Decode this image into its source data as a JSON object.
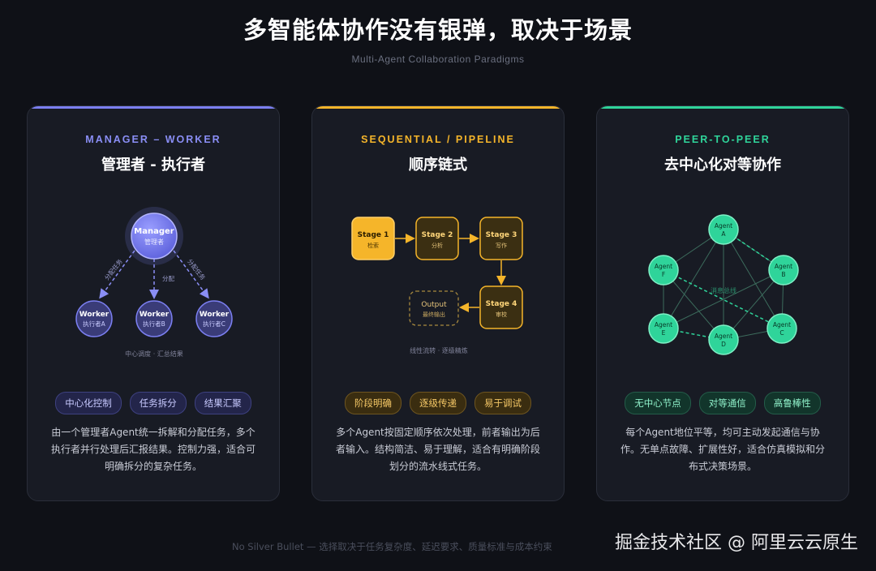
{
  "header": {
    "title": "多智能体协作没有银弹，取决于场景",
    "subtitle": "Multi-Agent Collaboration Paradigms"
  },
  "colors": {
    "manager": "#7b7ff0",
    "pipeline": "#f5b52a",
    "peer": "#2fd49a"
  },
  "cards": [
    {
      "eyebrow": "MANAGER – WORKER",
      "title": "管理者 - 执行者",
      "diagram": {
        "manager_title": "Manager",
        "manager_sub": "管理者",
        "workers": [
          {
            "title": "Worker",
            "sub": "执行者A"
          },
          {
            "title": "Worker",
            "sub": "执行者B"
          },
          {
            "title": "Worker",
            "sub": "执行者C"
          }
        ],
        "edge_labels": [
          "分配任务",
          "分配",
          "分配任务"
        ],
        "caption": "中心调度 · 汇总结果"
      },
      "tags": [
        "中心化控制",
        "任务拆分",
        "结果汇聚"
      ],
      "desc": "由一个管理者Agent统一拆解和分配任务，多个执行者并行处理后汇报结果。控制力强，适合可明确拆分的复杂任务。"
    },
    {
      "eyebrow": "SEQUENTIAL / PIPELINE",
      "title": "顺序链式",
      "diagram": {
        "stages": [
          {
            "title": "Stage 1",
            "sub": "检索"
          },
          {
            "title": "Stage 2",
            "sub": "分析"
          },
          {
            "title": "Stage 3",
            "sub": "写作"
          },
          {
            "title": "Stage 4",
            "sub": "审校"
          }
        ],
        "output_title": "Output",
        "output_sub": "最终输出",
        "caption": "线性流转 · 逐级精炼"
      },
      "tags": [
        "阶段明确",
        "逐级传递",
        "易于调试"
      ],
      "desc": "多个Agent按固定顺序依次处理，前者输出为后者输入。结构简洁、易于理解，适合有明确阶段划分的流水线式任务。"
    },
    {
      "eyebrow": "PEER-TO-PEER",
      "title": "去中心化对等协作",
      "diagram": {
        "agents": [
          {
            "title": "Agent",
            "sub": "A"
          },
          {
            "title": "Agent",
            "sub": "B"
          },
          {
            "title": "Agent",
            "sub": "C"
          },
          {
            "title": "Agent",
            "sub": "D"
          },
          {
            "title": "Agent",
            "sub": "E"
          },
          {
            "title": "Agent",
            "sub": "F"
          }
        ],
        "center_label": "消息总线"
      },
      "tags": [
        "无中心节点",
        "对等通信",
        "高鲁棒性"
      ],
      "desc": "每个Agent地位平等，均可主动发起通信与协作。无单点故障、扩展性好，适合仿真模拟和分布式决策场景。"
    }
  ],
  "footer": "No Silver Bullet — 选择取决于任务复杂度、延迟要求、质量标准与成本约束",
  "watermark": "掘金技术社区 @ 阿里云云原生"
}
